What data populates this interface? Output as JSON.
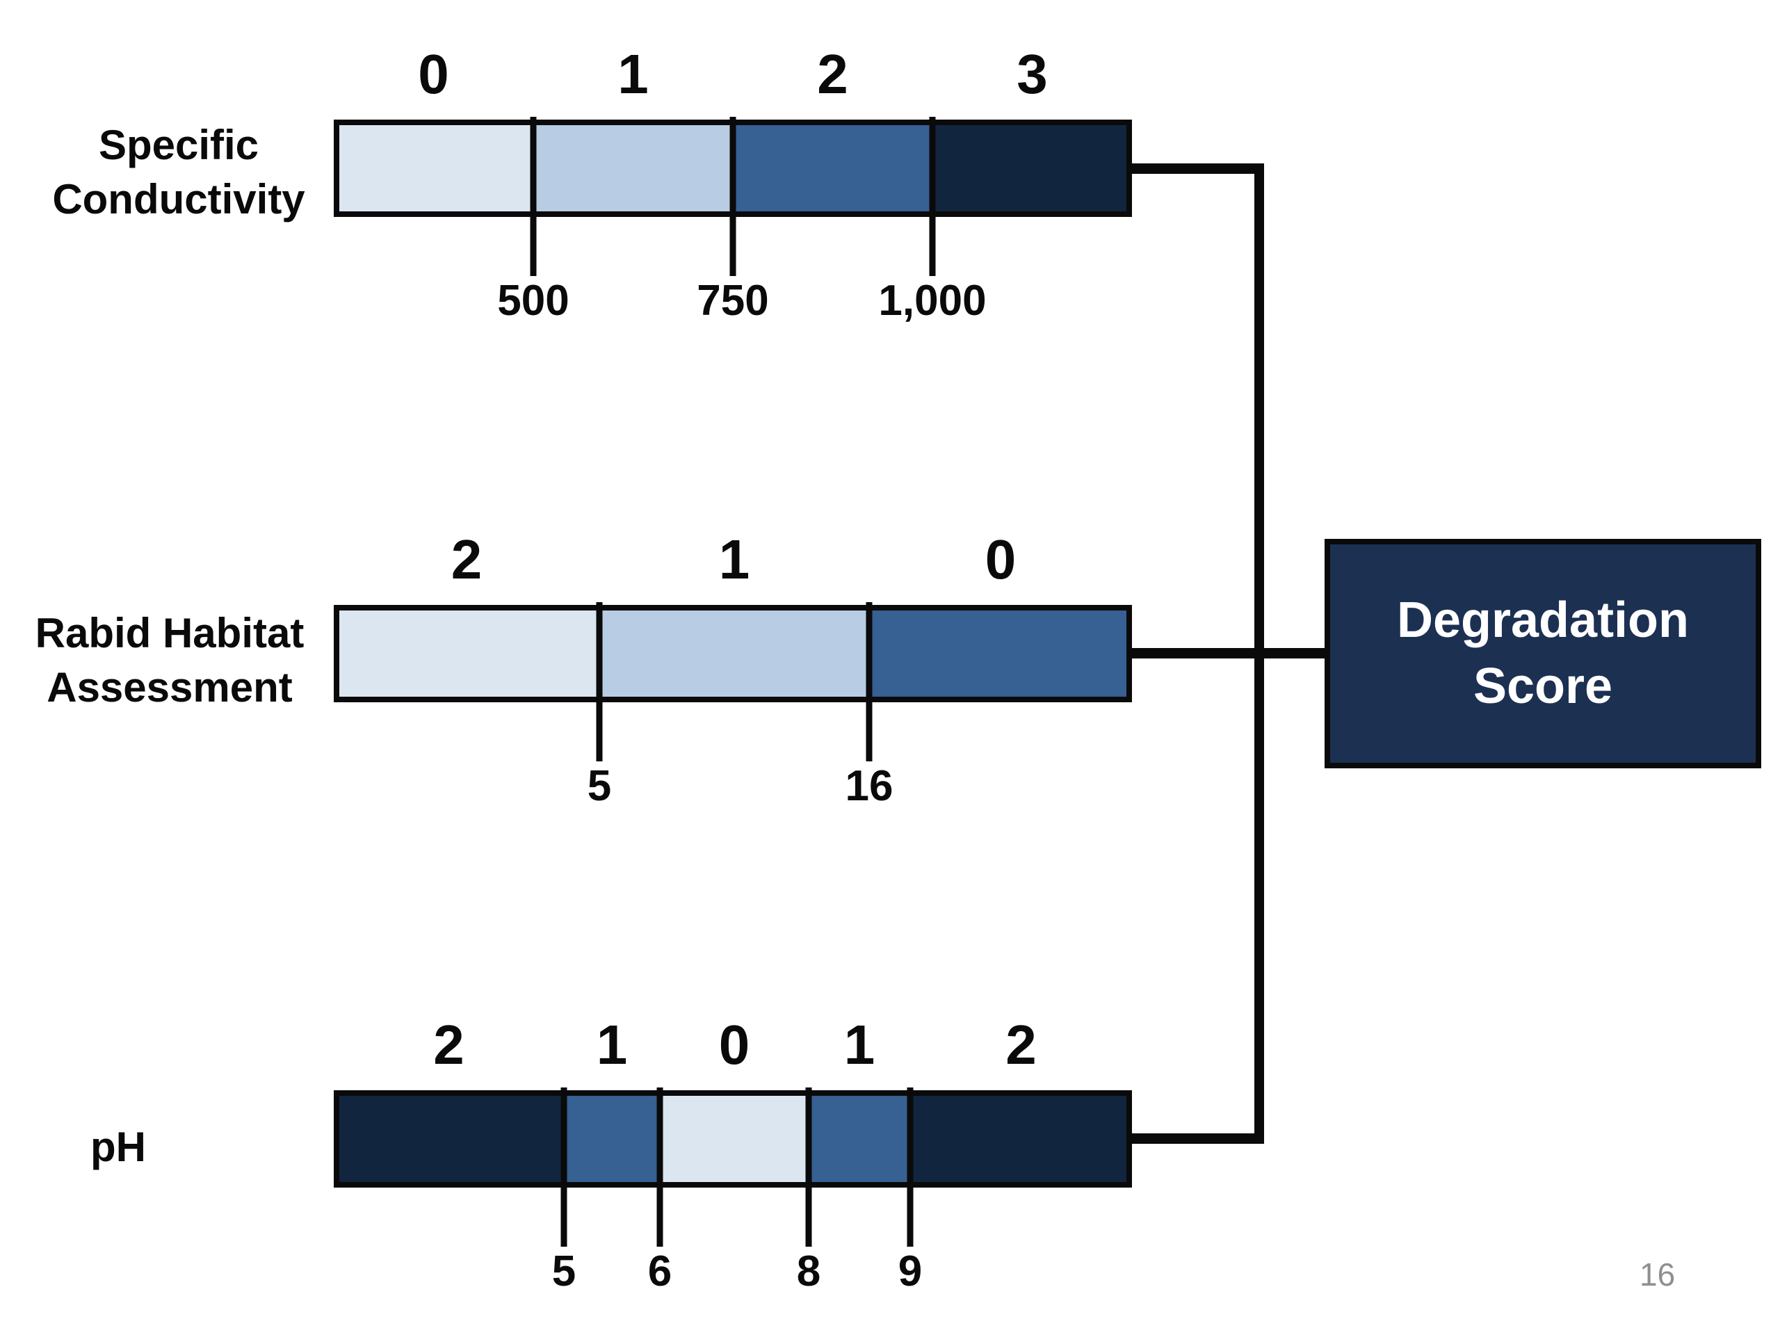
{
  "page": {
    "background": "#ffffff",
    "page_number": "16"
  },
  "colors": {
    "segment_lightest": "#dce6f0",
    "segment_light_medium": "#b8cce3",
    "segment_medium_blue": "#376093",
    "segment_dark_navy": "#12253f",
    "box_fill": "#1c3052",
    "box_text": "#ffffff",
    "line_black": "#0a0a0a",
    "page_number_gray": "#8f8f8f"
  },
  "degradation_box": {
    "line1": "Degradation",
    "line2": "Score"
  },
  "scales": [
    {
      "name": "specific-conductivity",
      "label_lines": [
        "Specific",
        "Conductivity"
      ],
      "segments": [
        {
          "score": "0",
          "color": "#dce6f0",
          "width_frac": 0.25
        },
        {
          "score": "1",
          "color": "#b8cce3",
          "width_frac": 0.25
        },
        {
          "score": "2",
          "color": "#376093",
          "width_frac": 0.25
        },
        {
          "score": "3",
          "color": "#12253f",
          "width_frac": 0.25
        }
      ],
      "ticks": [
        {
          "value": "500",
          "pos_frac": 0.25
        },
        {
          "value": "750",
          "pos_frac": 0.5
        },
        {
          "value": "1,000",
          "pos_frac": 0.75
        }
      ]
    },
    {
      "name": "rabid-habitat-assessment",
      "label_lines": [
        "Rabid Habitat",
        "Assessment"
      ],
      "segments": [
        {
          "score": "2",
          "color": "#dce6f0",
          "width_frac": 0.3328
        },
        {
          "score": "1",
          "color": "#b8cce3",
          "width_frac": 0.3379
        },
        {
          "score": "0",
          "color": "#376093",
          "width_frac": 0.3293
        }
      ],
      "ticks": [
        {
          "value": "5",
          "pos_frac": 0.3328
        },
        {
          "value": "16",
          "pos_frac": 0.6707
        }
      ]
    },
    {
      "name": "ph",
      "label_lines": [
        "pH"
      ],
      "segments": [
        {
          "score": "2",
          "color": "#12253f",
          "width_frac": 0.2883
        },
        {
          "score": "1",
          "color": "#376093",
          "width_frac": 0.1202
        },
        {
          "score": "0",
          "color": "#dce6f0",
          "width_frac": 0.1864
        },
        {
          "score": "1",
          "color": "#376093",
          "width_frac": 0.1272
        },
        {
          "score": "2",
          "color": "#12253f",
          "width_frac": 0.2779
        }
      ],
      "ticks": [
        {
          "value": "5",
          "pos_frac": 0.2883
        },
        {
          "value": "6",
          "pos_frac": 0.4085
        },
        {
          "value": "8",
          "pos_frac": 0.5949
        },
        {
          "value": "9",
          "pos_frac": 0.7221
        }
      ]
    }
  ]
}
